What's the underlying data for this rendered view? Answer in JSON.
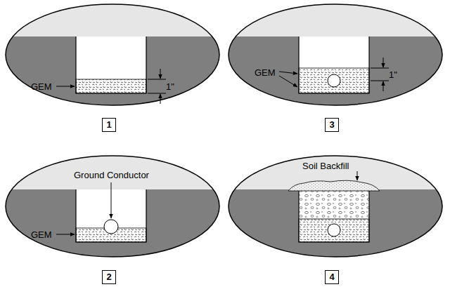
{
  "diagram": {
    "nodes": [
      {
        "text": [
          "1"
        ]
      },
      {
        "text": [
          "3"
        ]
      },
      {
        "text": [
          "2"
        ]
      },
      {
        "text": [
          "4"
        ]
      }
    ],
    "labels": [
      "GEM",
      "1\"",
      "GEM",
      "1\"",
      "Ground Conductor",
      "GEM",
      "Soil Backfill"
    ]
  }
}
